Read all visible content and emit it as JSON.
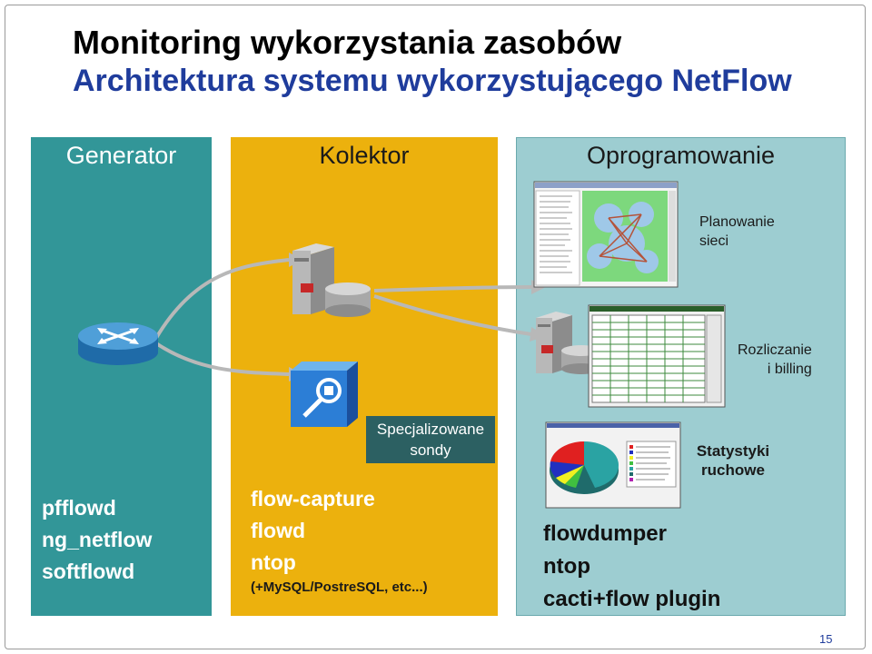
{
  "title": "Monitoring wykorzystania zasobów",
  "subtitle": "Architektura systemu wykorzystującego NetFlow",
  "columns": {
    "generator": {
      "header": "Generator",
      "tools": [
        "pfflowd",
        "ng_netflow",
        "softflowd"
      ]
    },
    "kolektor": {
      "header": "Kolektor",
      "tools": [
        "flow-capture",
        "flowd",
        "ntop"
      ],
      "extra": "(+MySQL/PostreSQL, etc...)",
      "probe_line1": "Specjalizowane",
      "probe_line2": "sondy"
    },
    "oprogramowanie": {
      "header": "Oprogramowanie",
      "planowanie_line1": "Planowanie",
      "planowanie_line2": "sieci",
      "rozliczanie_line1": "Rozliczanie",
      "rozliczanie_line2": "i billing",
      "statystyki_line1": "Statystyki",
      "statystyki_line2": "ruchowe",
      "tools": [
        "flowdumper",
        "ntop",
        "cacti+flow plugin"
      ]
    }
  },
  "page_number": "15",
  "icons": [
    "router-icon",
    "server-icon",
    "database-icon",
    "probe-icon",
    "network-map-screenshot",
    "spreadsheet-screenshot",
    "pie-chart-screenshot"
  ],
  "colors": {
    "generator": "#329698",
    "kolektor": "#ecb10d",
    "oprogramowanie": "#9dcdd1",
    "subtitle": "#1f3c9c",
    "probe_box": "#2c6062"
  }
}
